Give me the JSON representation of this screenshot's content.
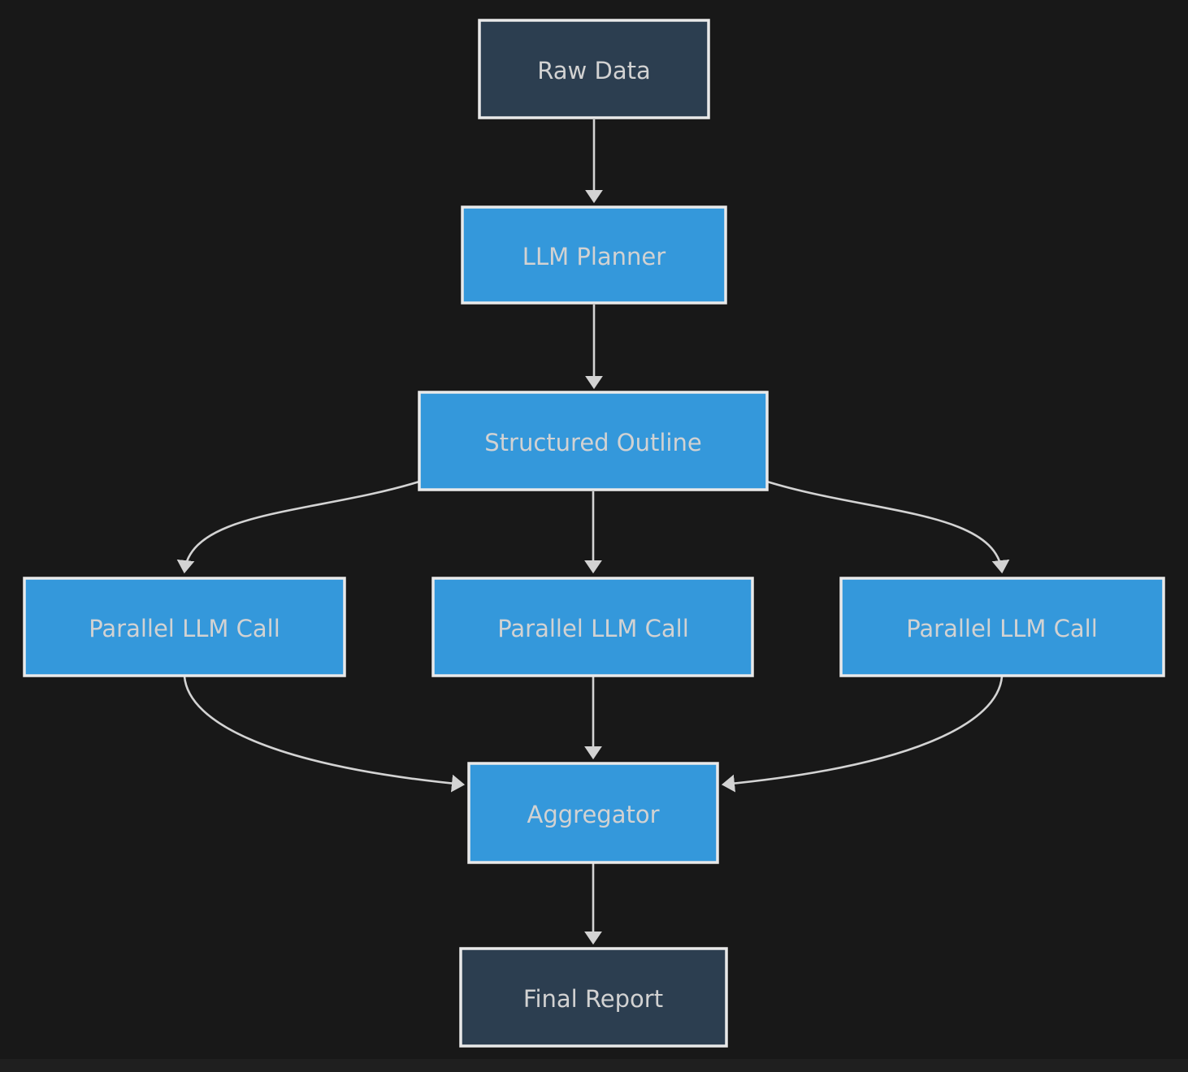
{
  "diagram": {
    "type": "flowchart-top-down",
    "colors": {
      "background": "#181818",
      "process_fill": "#3498db",
      "terminal_fill": "#2c3e50",
      "node_border": "#e9e9e9",
      "edge_stroke": "#d3d3d3",
      "label_text": "#d2d2d2"
    },
    "nodes": {
      "raw_data": {
        "label": "Raw Data",
        "type": "terminal"
      },
      "llm_planner": {
        "label": "LLM Planner",
        "type": "process"
      },
      "structured_outline": {
        "label": "Structured Outline",
        "type": "process"
      },
      "parallel_call_left": {
        "label": "Parallel LLM Call",
        "type": "process"
      },
      "parallel_call_mid": {
        "label": "Parallel LLM Call",
        "type": "process"
      },
      "parallel_call_right": {
        "label": "Parallel LLM Call",
        "type": "process"
      },
      "aggregator": {
        "label": "Aggregator",
        "type": "process"
      },
      "final_report": {
        "label": "Final Report",
        "type": "terminal"
      }
    },
    "edges": [
      {
        "from": "raw_data",
        "to": "llm_planner"
      },
      {
        "from": "llm_planner",
        "to": "structured_outline"
      },
      {
        "from": "structured_outline",
        "to": "parallel_call_left"
      },
      {
        "from": "structured_outline",
        "to": "parallel_call_mid"
      },
      {
        "from": "structured_outline",
        "to": "parallel_call_right"
      },
      {
        "from": "parallel_call_left",
        "to": "aggregator"
      },
      {
        "from": "parallel_call_mid",
        "to": "aggregator"
      },
      {
        "from": "parallel_call_right",
        "to": "aggregator"
      },
      {
        "from": "aggregator",
        "to": "final_report"
      }
    ]
  }
}
